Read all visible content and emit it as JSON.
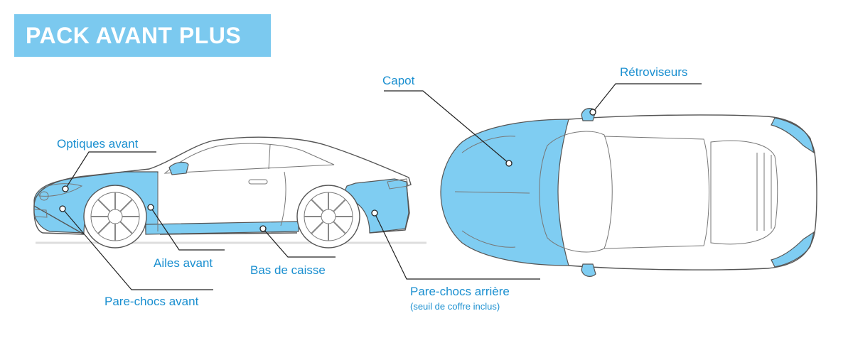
{
  "title": "PACK AVANT PLUS",
  "colors": {
    "accent": "#7bc9ef",
    "label": "#1a8fd0",
    "highlight": "#7fcdf2"
  },
  "labels": {
    "optiques_avant": "Optiques avant",
    "ailes_avant": "Ailes avant",
    "pare_chocs_avant": "Pare-chocs avant",
    "bas_de_caisse": "Bas de caisse",
    "capot": "Capot",
    "retroviseurs": "Rétroviseurs",
    "pare_chocs_arriere": "Pare-chocs arrière",
    "pare_chocs_arriere_note": "(seuil de coffre inclus)"
  }
}
